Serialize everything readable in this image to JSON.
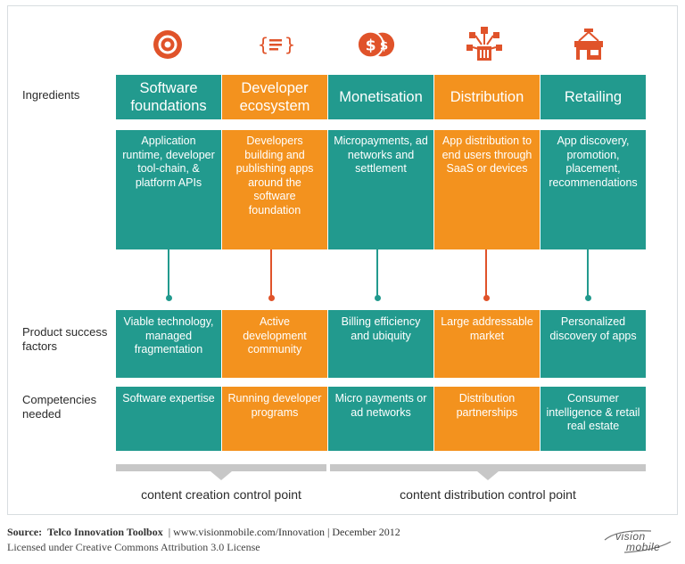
{
  "rows": {
    "ingredients": "Ingredients",
    "success": "Product success factors",
    "competencies": "Competencies needed"
  },
  "columns": [
    {
      "icon": "target-icon",
      "color": "#229a8e",
      "header": "Software foundations",
      "description": "Application runtime, developer tool-chain, & platform APIs",
      "success": "Viable technology, managed fragmentation",
      "competency": "Software expertise"
    },
    {
      "icon": "code-braces-icon",
      "color": "#f3921e",
      "header": "Developer ecosystem",
      "description": "Developers building and publishing apps around the software foundation",
      "success": "Active development community",
      "competency": "Running developer programs"
    },
    {
      "icon": "coins-icon",
      "color": "#229a8e",
      "header": "Monetisation",
      "description": "Micropayments, ad networks and settlement",
      "success": "Billing efficiency and ubiquity",
      "competency": "Micro payments or ad networks"
    },
    {
      "icon": "distribution-network-icon",
      "color": "#f3921e",
      "header": "Distribution",
      "description": "App distribution to end users through SaaS or devices",
      "success": "Large addressable market",
      "competency": "Distribution partnerships"
    },
    {
      "icon": "shop-icon",
      "color": "#229a8e",
      "header": "Retailing",
      "description": "App discovery, promotion, placement, recommendations",
      "success": "Personalized discovery of apps",
      "competency": "Consumer intelligence & retail real estate"
    }
  ],
  "control_points": {
    "creation": "content creation control point",
    "distribution": "content distribution control point"
  },
  "footer": {
    "source_label": "Source:",
    "source_title": "Telco Innovation Toolbox",
    "source_rest": "| www.visionmobile.com/Innovation | December 2012",
    "license": "Licensed under Creative Commons Attribution 3.0 License",
    "logo_line1": "vision",
    "logo_line2": "mobile"
  },
  "colors": {
    "teal": "#229a8e",
    "orange": "#f3921e",
    "accent_red": "#e0532a",
    "bracket_gray": "#c7c7c7"
  }
}
